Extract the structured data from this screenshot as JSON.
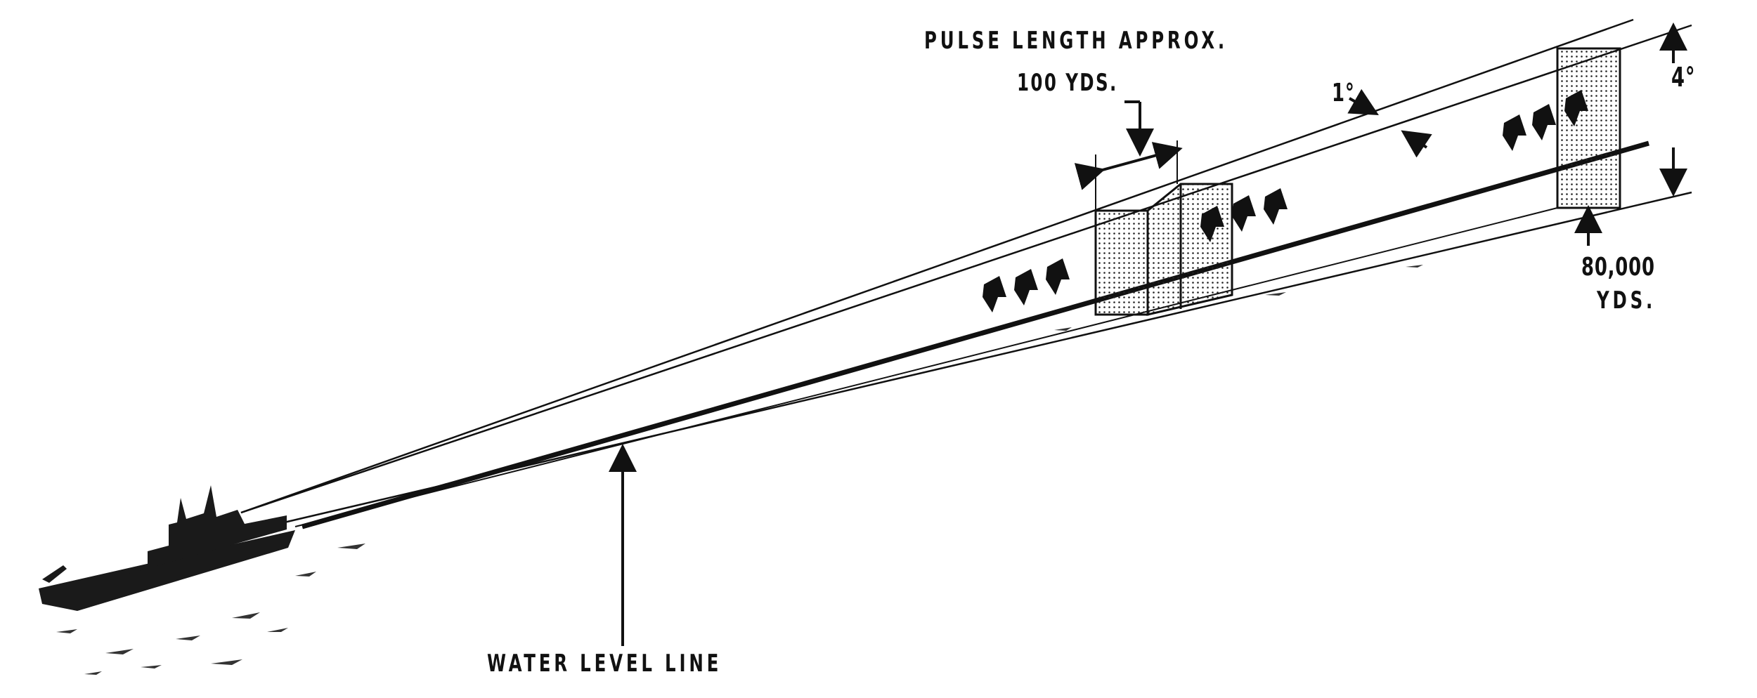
{
  "labels": {
    "pulse_length": "PULSE LENGTH APPROX.",
    "pulse_distance": "100 YDS.",
    "beam_width": "1°",
    "beam_height": "4°",
    "range_value": "80,000",
    "range_unit": "YDS.",
    "water_level": "WATER LEVEL LINE"
  },
  "colors": {
    "ink": "#111111",
    "paper": "#ffffff"
  }
}
